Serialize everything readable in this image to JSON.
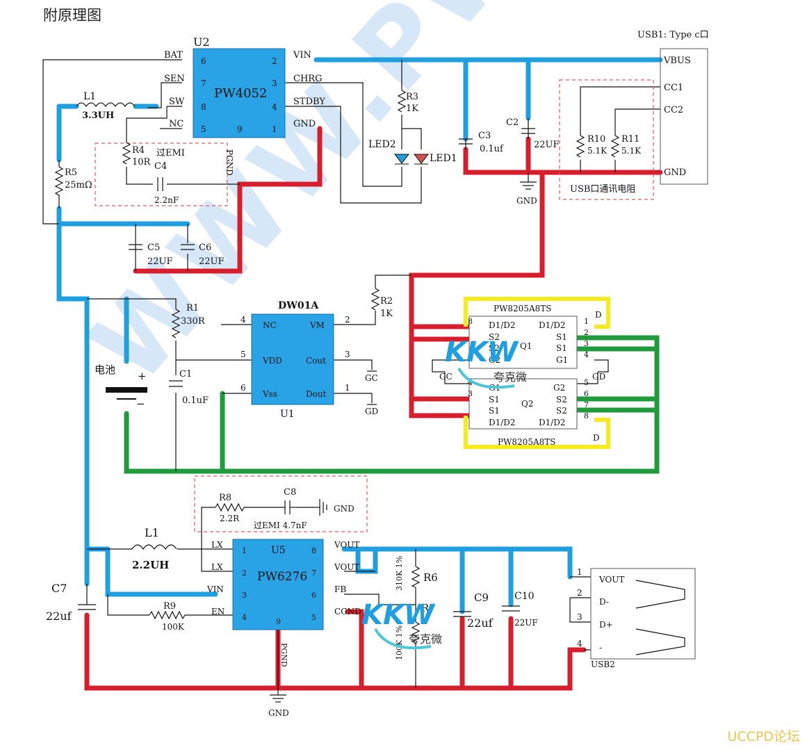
{
  "page_title": "附原理图",
  "forum_watermark": "UCCPD论坛",
  "diagonal_watermark": "WWW.PWC",
  "kkw_logo": {
    "brand": "KKW",
    "name": "夸克微"
  },
  "charger": {
    "ref": "U2",
    "part": "PW4052",
    "pins": {
      "bat": {
        "name": "BAT",
        "num": "6"
      },
      "sen": {
        "name": "SEN",
        "num": "7"
      },
      "sw": {
        "name": "SW",
        "num": "8"
      },
      "nc": {
        "name": "NC",
        "num": "5"
      },
      "pgnd": {
        "name": "9"
      },
      "vin": {
        "name": "VIN",
        "num": "2"
      },
      "chrg": {
        "name": "CHRG",
        "num": "3"
      },
      "stdby": {
        "name": "STDBY",
        "num": "4"
      },
      "gnd": {
        "name": "GND",
        "num": "1"
      }
    },
    "pgnd_label": "PGND"
  },
  "usb1": {
    "title": "USB1: Type c口",
    "vbus": "VBUS",
    "cc1": "CC1",
    "cc2": "CC2",
    "gnd": "GND"
  },
  "parts_top": {
    "l1": {
      "ref": "L1",
      "value": "3.3UH"
    },
    "r3": {
      "ref": "R3",
      "value": "1K"
    },
    "r4": {
      "ref": "R4",
      "value": "10R"
    },
    "c4": {
      "ref": "C4",
      "value": "2.2nF"
    },
    "emi1": "过EMI",
    "r5": {
      "ref": "R5",
      "value": "25mΩ"
    },
    "led1": "LED1",
    "led2": "LED2",
    "c3": {
      "ref": "C3",
      "value": "0.1uf"
    },
    "c2": {
      "ref": "C2",
      "value": "22UF"
    },
    "r10": {
      "ref": "R10",
      "value": "5.1K"
    },
    "r11": {
      "ref": "R11",
      "value": "5.1K"
    },
    "usb_res_label": "USB口通讯电阻",
    "gnd": "GND",
    "c5": {
      "ref": "C5",
      "value": "22UF"
    },
    "c6": {
      "ref": "C6",
      "value": "22UF"
    }
  },
  "protector": {
    "ref": "U1",
    "part": "DW01A",
    "pins": {
      "nc": {
        "name": "NC",
        "num": "4"
      },
      "vdd": {
        "name": "VDD",
        "num": "5"
      },
      "vss": {
        "name": "Vss",
        "num": "6"
      },
      "vm": {
        "name": "VM",
        "num": "2"
      },
      "cout": {
        "name": "Cout",
        "num": "3"
      },
      "dout": {
        "name": "Dout",
        "num": "1"
      }
    },
    "r1": {
      "ref": "R1",
      "value": "330R"
    },
    "c1": {
      "ref": "C1",
      "value": "0.1uF"
    },
    "r2": {
      "ref": "R2",
      "value": "1K"
    },
    "battery": "电池",
    "plus": "+",
    "minus": "−",
    "gc": "GC",
    "gd": "GD"
  },
  "mosfets": {
    "part": "PW8205A8TS",
    "q1": {
      "ref": "Q1",
      "d1d2": "D1/D2",
      "s2": "S2",
      "s1": "S1",
      "g2": "G2",
      "g1": "G1"
    },
    "q2": {
      "ref": "Q2",
      "g1": "G1",
      "g2": "G2",
      "s1": "S1",
      "s2": "S2",
      "d1d2": "D1/D2"
    },
    "d": "D",
    "gc": "GC",
    "gd": "GD",
    "pins": [
      "1",
      "2",
      "3",
      "4",
      "5",
      "6",
      "7",
      "8"
    ]
  },
  "boost": {
    "ref": "U5",
    "part": "PW6276",
    "pins": {
      "lx1": {
        "name": "LX",
        "num": "1"
      },
      "lx2": {
        "name": "LX",
        "num": "2"
      },
      "vin": {
        "name": "VIN",
        "num": "3"
      },
      "en": {
        "name": "EN",
        "num": "4"
      },
      "vout8": {
        "name": "VOUT",
        "num": "8"
      },
      "vout7": {
        "name": "VOUT",
        "num": "7"
      },
      "fb": {
        "name": "FB",
        "num": "6"
      },
      "cgnd": {
        "name": "CGND",
        "num": "5"
      },
      "pgnd": {
        "name": "9"
      }
    },
    "pgnd_label": "PGND",
    "l1": {
      "ref": "L1",
      "value": "2.2UH"
    },
    "r8": {
      "ref": "R8",
      "value": "2.2R"
    },
    "c8": {
      "ref": "C8"
    },
    "emi2": "过EMI 4.7nF",
    "gnd": "GND",
    "r9": {
      "ref": "R9",
      "value": "100K"
    },
    "c7": {
      "ref": "C7",
      "value": "22uf"
    },
    "r6": {
      "ref": "R6",
      "value": "310K 1%"
    },
    "r7": {
      "ref": "R7",
      "value": "100K 1%"
    },
    "c9": {
      "ref": "C9",
      "value": "22uf"
    },
    "c10": {
      "ref": "C10",
      "value": "22UF"
    },
    "usb2": {
      "ref": "USB2",
      "vout": "VOUT",
      "dm": "D-",
      "dp": "D+",
      "gnd": "-",
      "pins": [
        "1",
        "2",
        "3",
        "4"
      ]
    }
  },
  "colors": {
    "blue": "#1f9fe0",
    "red": "#d81e2c",
    "green": "#1f9a3c",
    "yellow": "#f4ec1c",
    "ic": "#2aa3e6",
    "dash": "#e05a5a"
  }
}
